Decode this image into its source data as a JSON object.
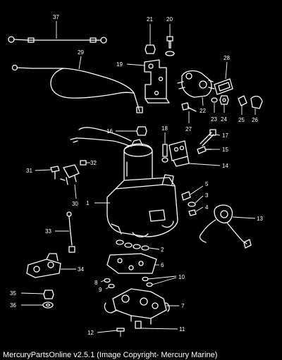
{
  "caption": "MercuryPartsOnline v2.5.1 (Image Copyright- Mercury Marine)",
  "callouts": [
    "1",
    "2",
    "3",
    "4",
    "5",
    "6",
    "7",
    "8",
    "9",
    "10",
    "11",
    "12",
    "13",
    "14",
    "15",
    "16",
    "17",
    "18",
    "19",
    "20",
    "21",
    "22",
    "23",
    "24",
    "25",
    "26",
    "27",
    "28",
    "29",
    "30",
    "31",
    "32",
    "33",
    "34",
    "35",
    "36",
    "37"
  ]
}
